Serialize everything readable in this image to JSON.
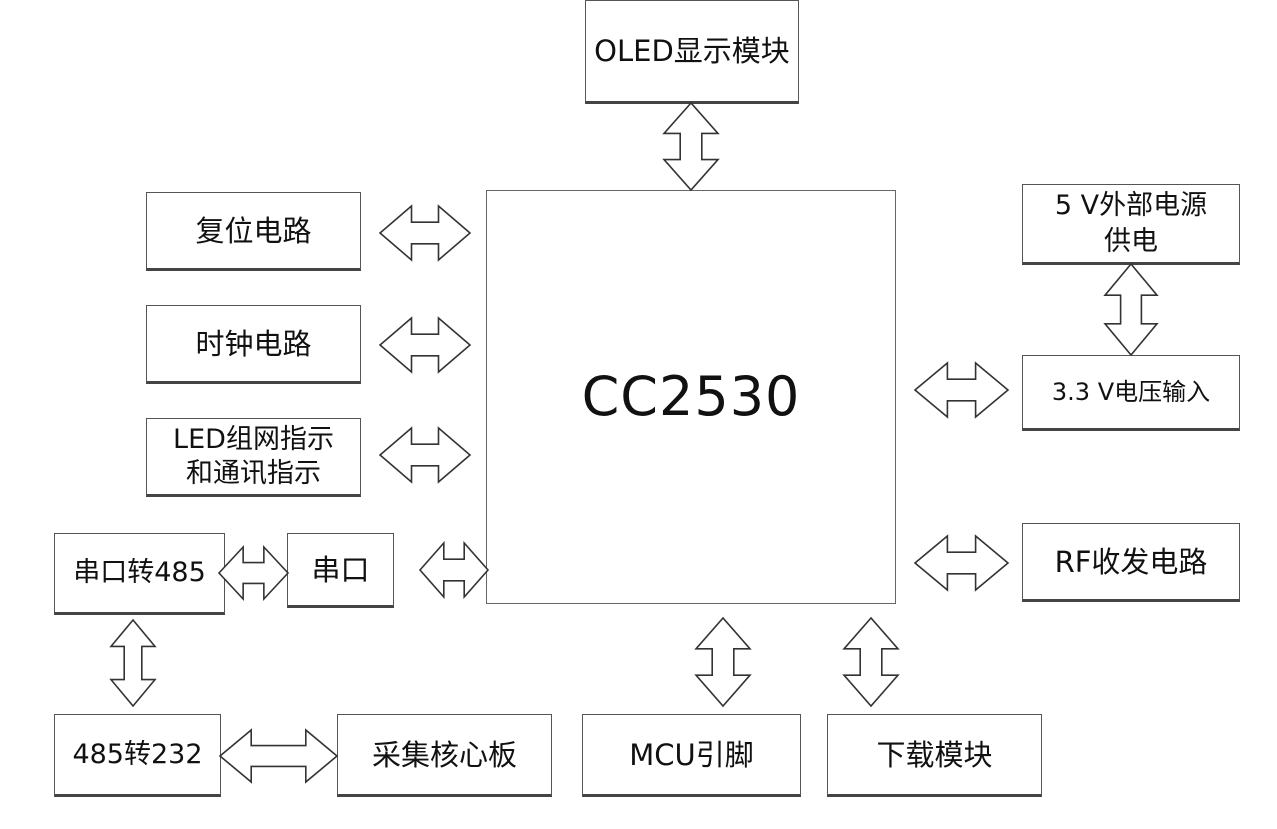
{
  "core": {
    "label": "CC2530"
  },
  "blocks": {
    "oled": "OLED显示模块",
    "reset": "复位电路",
    "clock": "时钟电路",
    "led": "LED组网指示和通讯指示",
    "uart485": "串口转485",
    "uart": "串口",
    "r485to232": "485转232",
    "collector": "采集核心板",
    "mcu_pins": "MCU引脚",
    "download": "下载模块",
    "ext_power": "5 V外部电源供电",
    "v33": "3.3 V电压输入",
    "rf": "RF收发电路"
  },
  "colors": {
    "stroke": "#333333",
    "background": "#ffffff"
  }
}
